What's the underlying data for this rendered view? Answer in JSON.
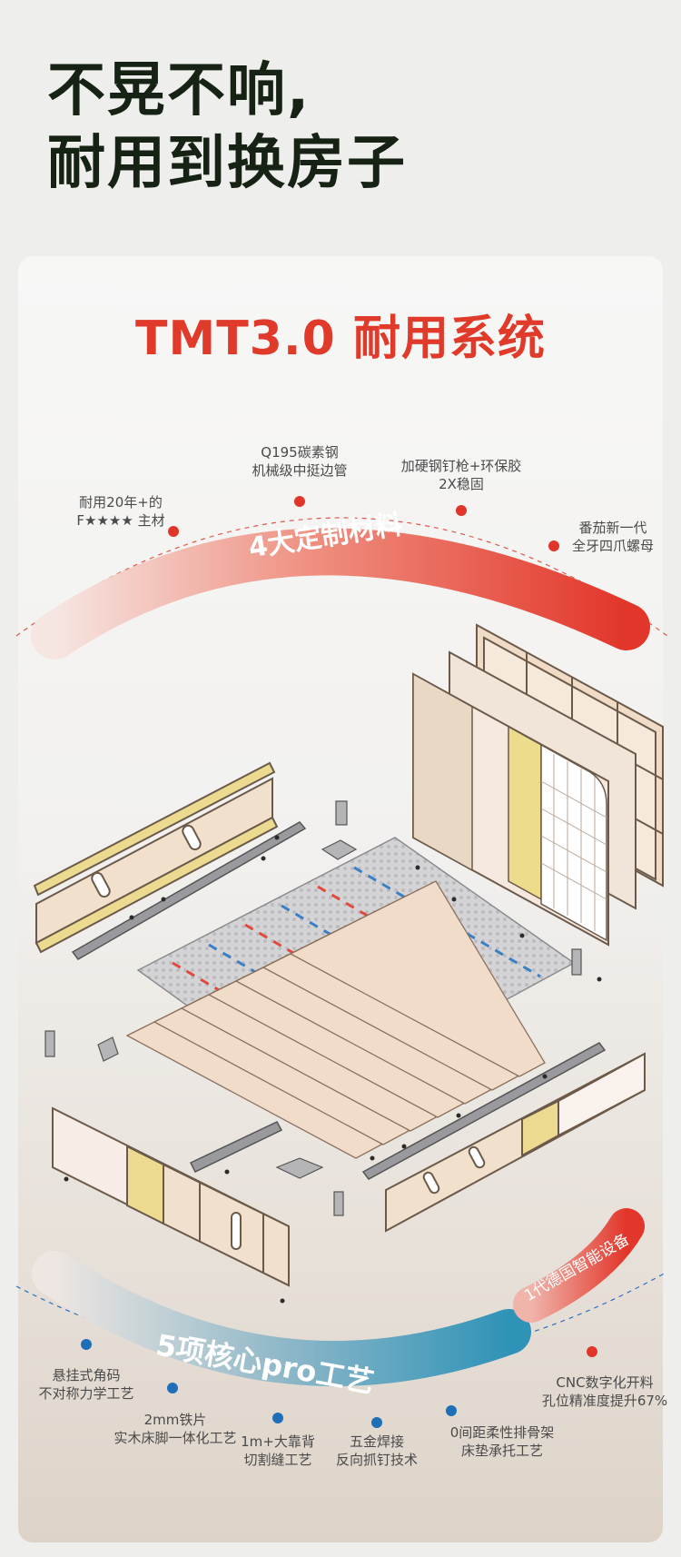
{
  "headline": {
    "line1": "不晃不响,",
    "line2": "耐用到换房子"
  },
  "card": {
    "title": "TMT3.0 耐用系统"
  },
  "materials": {
    "banner": "4大定制材料",
    "items": [
      {
        "line1": "耐用20年+的",
        "line2": "F★★★★ 主材"
      },
      {
        "line1": "Q195碳素钢",
        "line2": "机械级中挺边管"
      },
      {
        "line1": "加硬钢钉枪+环保胶",
        "line2": "2X稳固"
      },
      {
        "line1": "番茄新一代",
        "line2": "全牙四爪螺母"
      }
    ]
  },
  "crafts": {
    "banner": "5项核心pro工艺",
    "device_badge": "1代德国智能设备",
    "items": [
      {
        "line1": "悬挂式角码",
        "line2": "不对称力学工艺"
      },
      {
        "line1": "2mm铁片",
        "line2": "实木床脚一体化工艺"
      },
      {
        "line1": "1m+大靠背",
        "line2": "切割缝工艺"
      },
      {
        "line1": "五金焊接",
        "line2": "反向抓钉技术"
      },
      {
        "line1": "0间距柔性排骨架",
        "line2": "床垫承托工艺"
      },
      {
        "line1": "CNC数字化开料",
        "line2": "孔位精准度提升67%"
      }
    ]
  },
  "colors": {
    "accent_red": "#e03a2b",
    "accent_blue": "#2f93b8",
    "headline": "#152214"
  }
}
